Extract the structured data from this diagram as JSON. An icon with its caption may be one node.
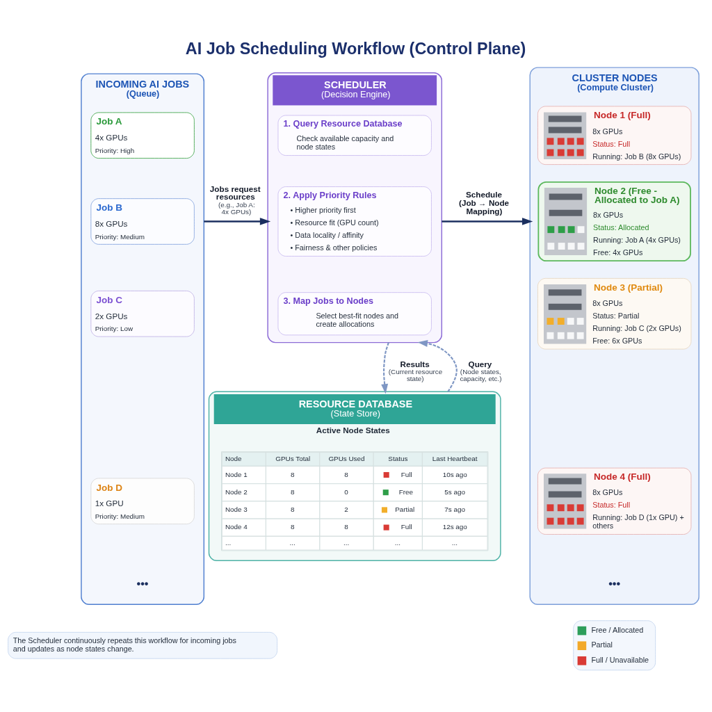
{
  "diagram": {
    "title": "AI Job Scheduling Workflow (Control Plane)",
    "nodes": [
      {
        "text": [
          "INCOMING AI JOBS",
          "(Queue)"
        ]
      },
      {
        "text": [
          "Job A",
          "4x GPUs",
          "Priority: High"
        ],
        "in": 0
      },
      {
        "text": [
          "Job B",
          "8x GPUs",
          "Priority: Medium"
        ],
        "in": 0
      },
      {
        "text": [
          "Job C",
          "2x GPUs",
          "Priority: Low"
        ],
        "in": 0
      },
      {
        "text": [
          "Job D",
          "1x GPU",
          "Priority: Medium"
        ],
        "in": 0
      },
      {
        "text": [
          "SCHEDULER",
          "(Decision Engine)"
        ]
      },
      {
        "text": [
          "1. Query Resource Database",
          "Check available capacity and node states"
        ],
        "in": 5
      },
      {
        "text": [
          "2. Apply Priority Rules",
          "• Higher priority first",
          "• Resource fit (GPU count)",
          "• Data locality / affinity",
          "• Fairness & other policies"
        ],
        "in": 5
      },
      {
        "text": [
          "3. Map Jobs to Nodes",
          "Select best-fit nodes and create allocations"
        ],
        "in": 5
      },
      {
        "text": [
          "CLUSTER NODES",
          "(Compute Cluster)"
        ]
      },
      {
        "text": [
          "Node 1 (Full)",
          "8x GPUs",
          "Status: Full",
          "Running: Job B (8x GPUs)"
        ],
        "in": 9
      },
      {
        "text": [
          "Node 2 (Free - Allocated to Job A)",
          "8x GPUs",
          "Status: Allocated",
          "Running: Job A (4x GPUs)",
          "Free: 4x GPUs"
        ],
        "in": 9
      },
      {
        "text": [
          "Node 3 (Partial)",
          "8x GPUs",
          "Status: Partial",
          "Running: Job C (2x GPUs)",
          "Free: 6x GPUs"
        ],
        "in": 9
      },
      {
        "text": [
          "Node 4 (Full)",
          "8x GPUs",
          "Status: Full",
          "Running: Job D (1x GPU) + others"
        ],
        "in": 9
      },
      {
        "text": [
          "RESOURCE DATABASE",
          "(State Store)",
          "Active Node States"
        ]
      },
      {
        "text": [
          "The Scheduler continuously repeats this workflow for incoming jobs and updates as node states change."
        ]
      }
    ],
    "edges": [
      {
        "from": 0,
        "to": 5,
        "arrow": "to",
        "label": "**Jobs request resources** (e.g., Job A: 4x GPUs)"
      },
      {
        "from": 5,
        "to": 9,
        "arrow": "to",
        "label": "Schedule (Job → Node Mapping)"
      },
      {
        "from": 14,
        "to": 5,
        "arrow": "to",
        "label": "**Query** (Node states, capacity, etc.)",
        "style": "dashed",
        "color": "#7f97c4"
      },
      {
        "from": 5,
        "to": 14,
        "arrow": "to",
        "label": "**Results** (Current resource state)",
        "style": "dashed",
        "color": "#7f97c4"
      }
    ],
    "labels": [
      "•••",
      "•••",
      "Node",
      "GPUs Total",
      "GPUs Used",
      "Status",
      "Last Heartbeat",
      "Node 1",
      "8",
      "8",
      "Full",
      "10s ago",
      "Node 2",
      "8",
      "0",
      "Free",
      "5s ago",
      "Node 3",
      "8",
      "2",
      "Partial",
      "7s ago",
      "Node 4",
      "8",
      "8",
      "Full",
      "12s ago",
      "...",
      "...",
      "...",
      "...",
      "..."
    ],
    "legend": [
      {
        "text": "Free / Allocated",
        "color": "#2e9e5b"
      },
      {
        "text": "Partial",
        "color": "#f2a92a"
      },
      {
        "text": "Full / Unavailable",
        "color": "#d93b35"
      }
    ]
  }
}
